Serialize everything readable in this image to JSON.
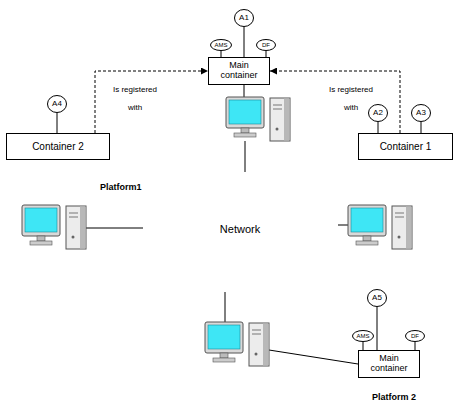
{
  "diagram": {
    "nodes": [
      {
        "text": [
          "Platform1"
        ]
      },
      {
        "text": [
          "Main container"
        ],
        "in": 0
      },
      {
        "text": [
          "AMS"
        ],
        "in": 0
      },
      {
        "text": [
          "DF"
        ],
        "in": 0
      },
      {
        "text": [
          "A1"
        ]
      },
      {
        "text": [
          "Container 2"
        ],
        "in": 0
      },
      {
        "text": [
          "A4"
        ]
      },
      {
        "text": [
          "Container 1"
        ],
        "in": 0
      },
      {
        "text": [
          "A2"
        ]
      },
      {
        "text": [
          "A3"
        ]
      },
      {
        "text": [
          "Network"
        ]
      },
      {
        "text": [
          "Platform 2"
        ]
      },
      {
        "text": [
          "Main container"
        ],
        "in": 11
      },
      {
        "text": [
          "AMS"
        ],
        "in": 11
      },
      {
        "text": [
          "DF"
        ],
        "in": 11
      },
      {
        "text": [
          "A5"
        ]
      }
    ],
    "edges": [
      {
        "from": 4,
        "to": 1,
        "arrow": "none"
      },
      {
        "from": 2,
        "to": 1,
        "arrow": "none"
      },
      {
        "from": 3,
        "to": 1,
        "arrow": "none"
      },
      {
        "from": 5,
        "to": 1,
        "label": "Is registered with",
        "arrow": "to"
      },
      {
        "from": 6,
        "to": 5,
        "arrow": "none"
      },
      {
        "from": 7,
        "to": 1,
        "label": "Is registered with",
        "arrow": "to"
      },
      {
        "from": 8,
        "to": 7,
        "arrow": "none"
      },
      {
        "from": 9,
        "to": 7,
        "arrow": "none"
      },
      {
        "from": 15,
        "to": 12,
        "arrow": "none"
      },
      {
        "from": 13,
        "to": 12,
        "arrow": "none"
      },
      {
        "from": 14,
        "to": 12,
        "arrow": "none"
      }
    ]
  }
}
